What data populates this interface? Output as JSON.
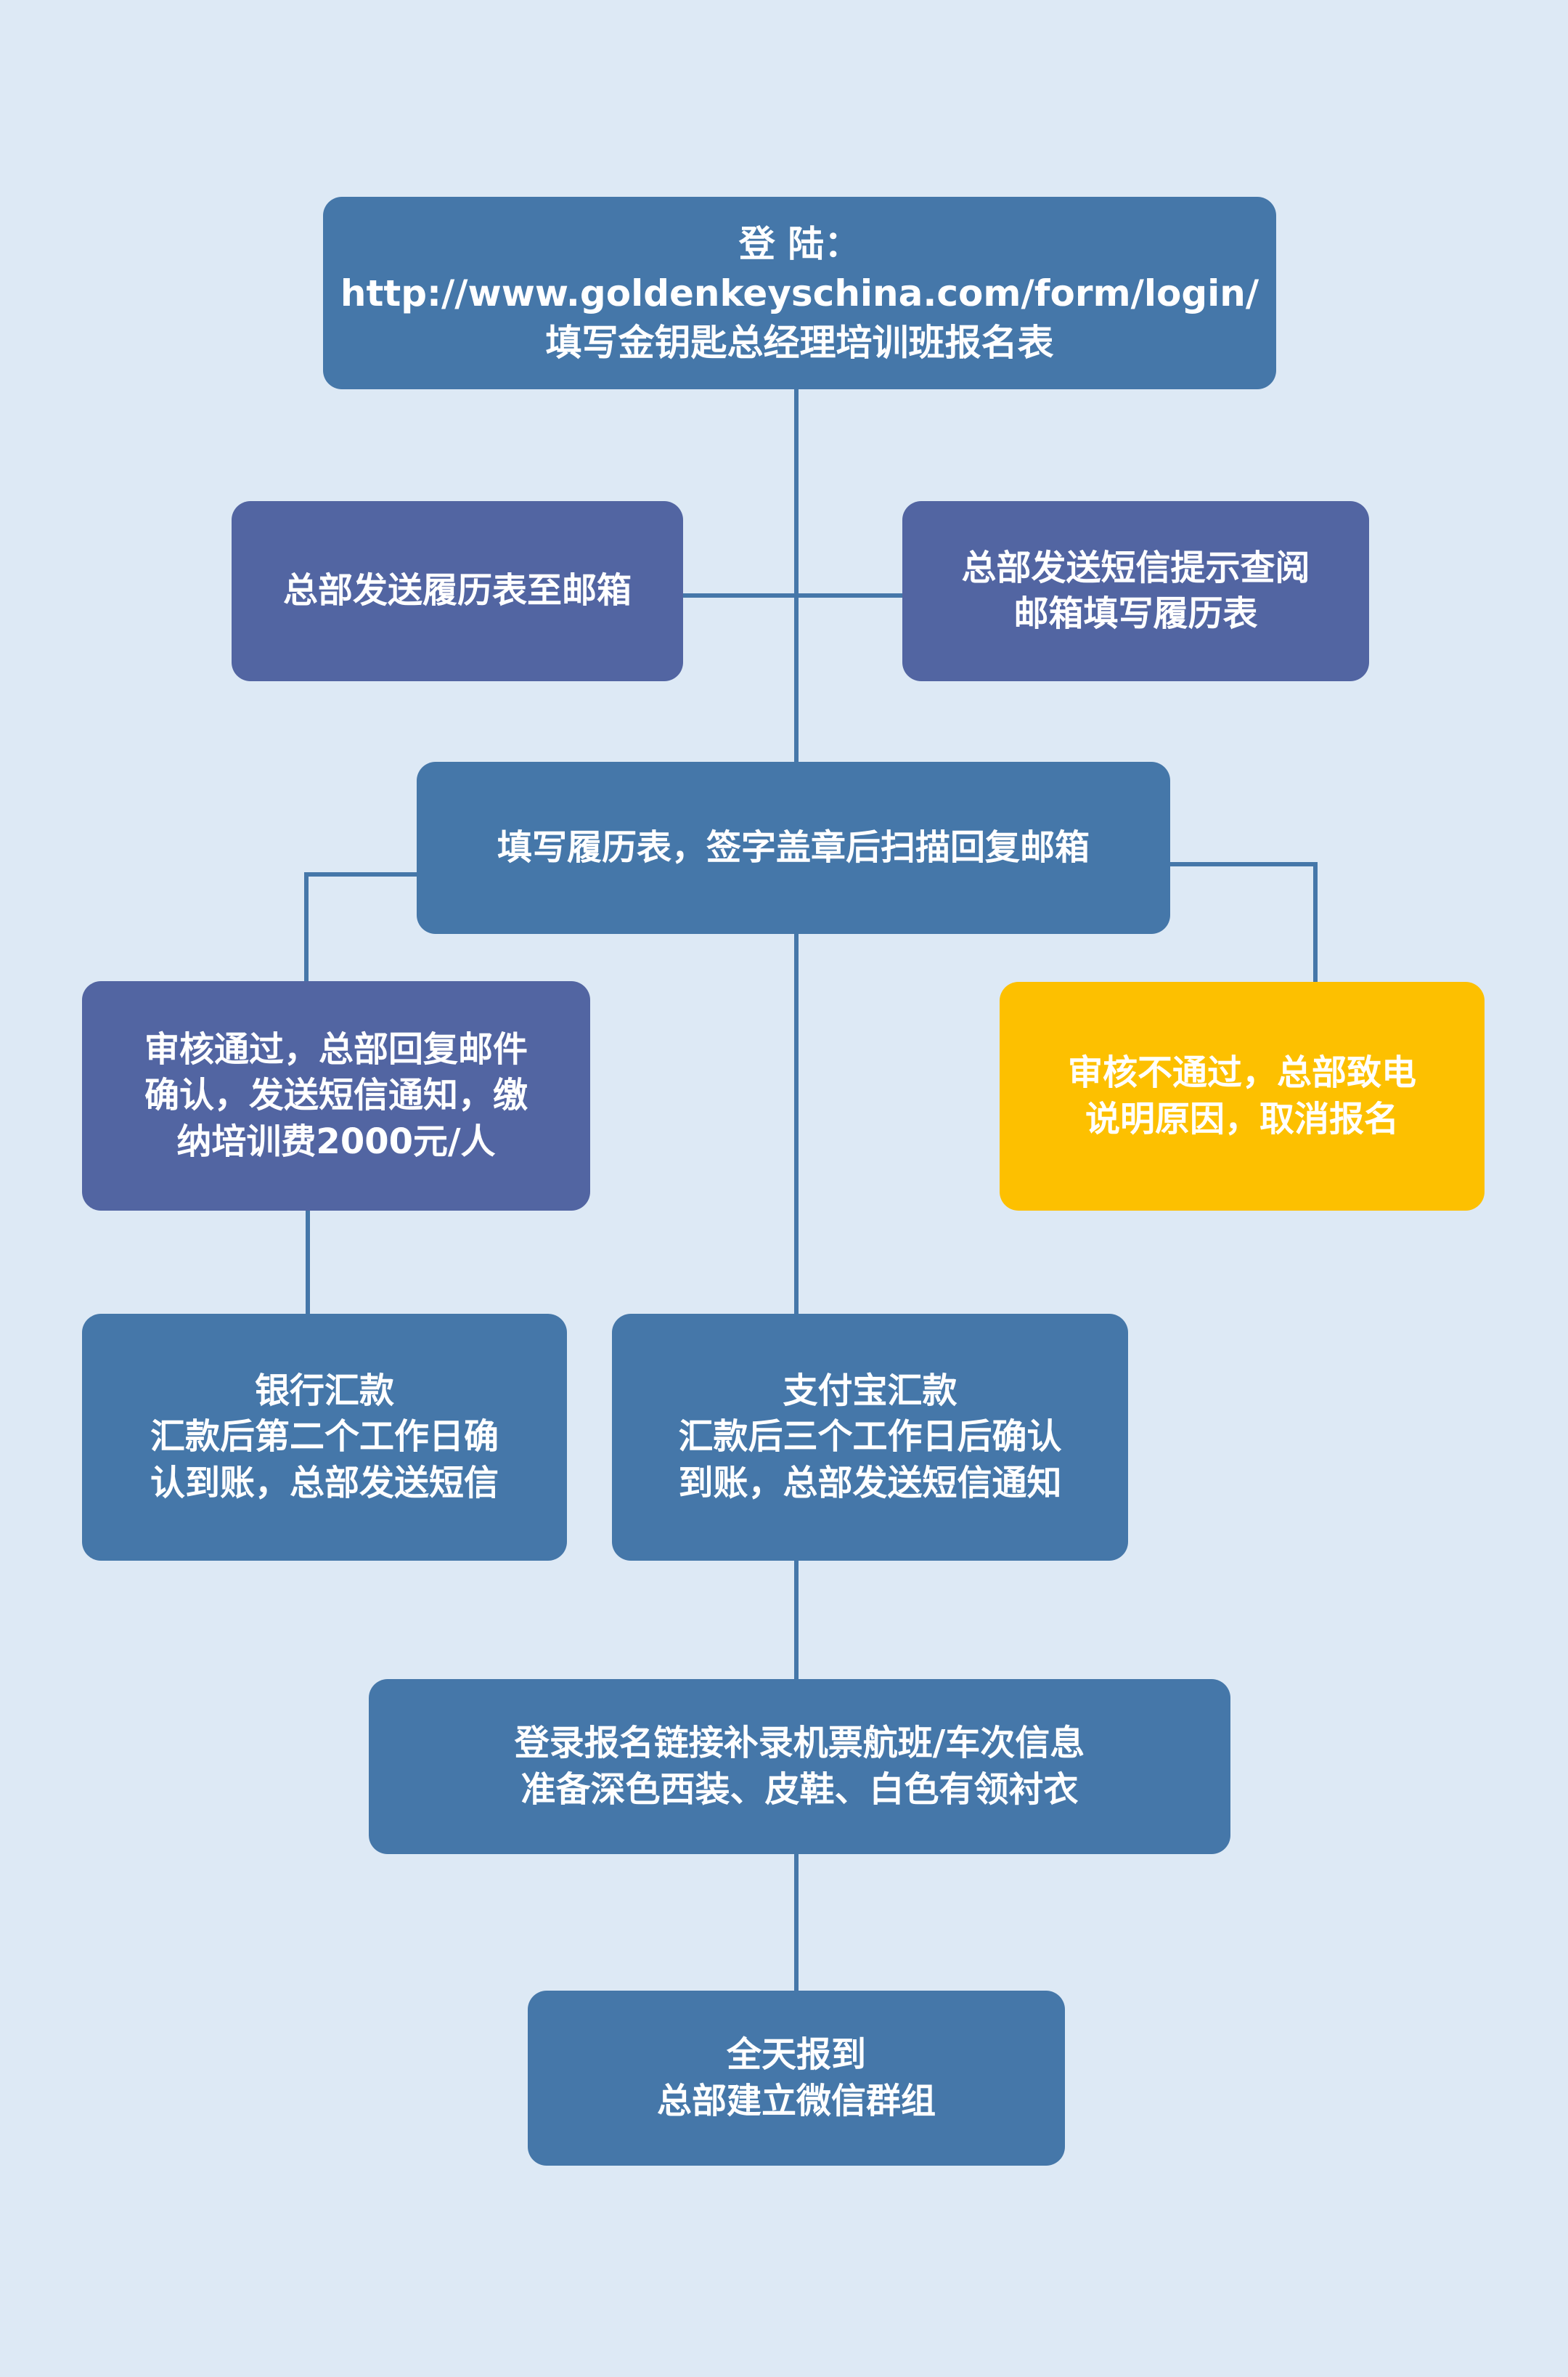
{
  "colors": {
    "background": "#dde9f5",
    "steel_box": "#4577a9",
    "slate_box": "#5265a2",
    "gold_box": "#fdc000",
    "connector": "#4577a9"
  },
  "nodes": {
    "login": {
      "lines": [
        "登 陆：",
        "http://www.goldenkeyschina.com/form/login/",
        "填写金钥匙总经理培训班报名表"
      ]
    },
    "send_resume": {
      "lines": [
        "总部发送履历表至邮箱"
      ]
    },
    "sms_notice": {
      "lines": [
        "总部发送短信提示查阅",
        "邮箱填写履历表"
      ]
    },
    "fill_resume": {
      "lines": [
        "填写履历表，签字盖章后扫描回复邮箱"
      ]
    },
    "approved": {
      "lines": [
        "审核通过，总部回复邮件",
        "确认，发送短信通知，缴",
        "纳培训费2000元/人"
      ]
    },
    "rejected": {
      "lines": [
        "审核不通过，总部致电",
        "说明原因，取消报名"
      ]
    },
    "bank_transfer": {
      "lines": [
        "银行汇款",
        "汇款后第二个工作日确",
        "认到账，总部发送短信"
      ]
    },
    "alipay_transfer": {
      "lines": [
        "支付宝汇款",
        "汇款后三个工作日后确认",
        "到账，总部发送短信通知"
      ]
    },
    "travel_info": {
      "lines": [
        "登录报名链接补录机票航班/车次信息",
        "准备深色西装、皮鞋、白色有领衬衣"
      ]
    },
    "check_in": {
      "lines": [
        "全天报到",
        "总部建立微信群组"
      ]
    }
  }
}
